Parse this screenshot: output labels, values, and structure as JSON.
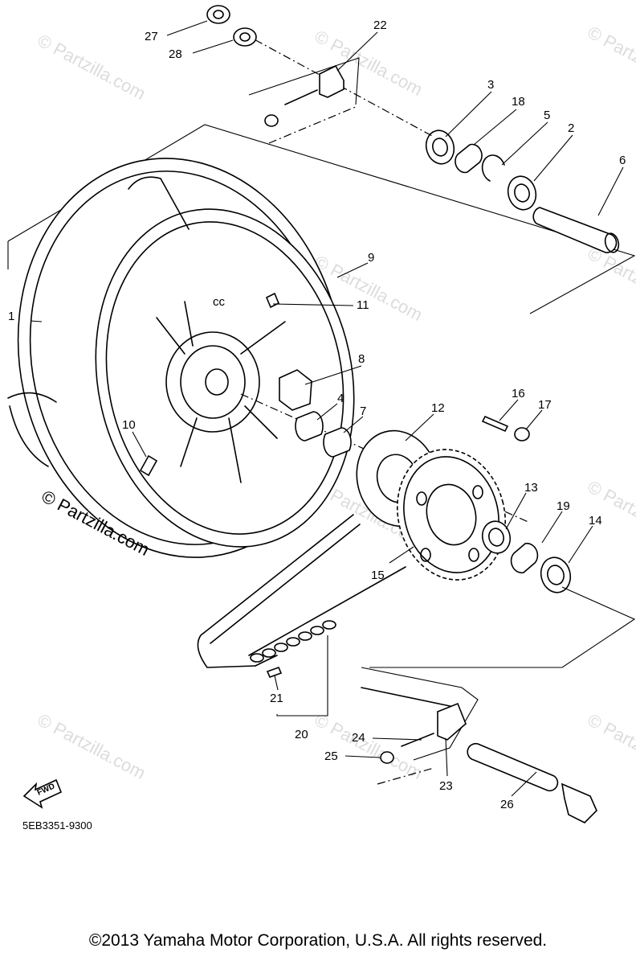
{
  "diagram": {
    "part_code": "5EB3351-9300",
    "fwd_label": "FWD",
    "watermark_copy": "© Partzilla.com",
    "watermark_faint": "© Partzilla.com",
    "callouts": {
      "c1": "1",
      "c2": "2",
      "c3": "3",
      "c4": "4",
      "c5": "5",
      "c6": "6",
      "c7": "7",
      "c8": "8",
      "c9": "9",
      "c10": "10",
      "c11": "11",
      "c12": "12",
      "c13": "13",
      "c14": "14",
      "c15": "15",
      "c16": "16",
      "c17": "17",
      "c18": "18",
      "c19": "19",
      "c20": "20",
      "c21": "21",
      "c22": "22",
      "c23": "23",
      "c24": "24",
      "c25": "25",
      "c26": "26",
      "c27": "27",
      "c28": "28"
    }
  },
  "footer": {
    "copyright": "©2013  Yamaha Motor Corporation, U.S.A. All rights reserved."
  }
}
